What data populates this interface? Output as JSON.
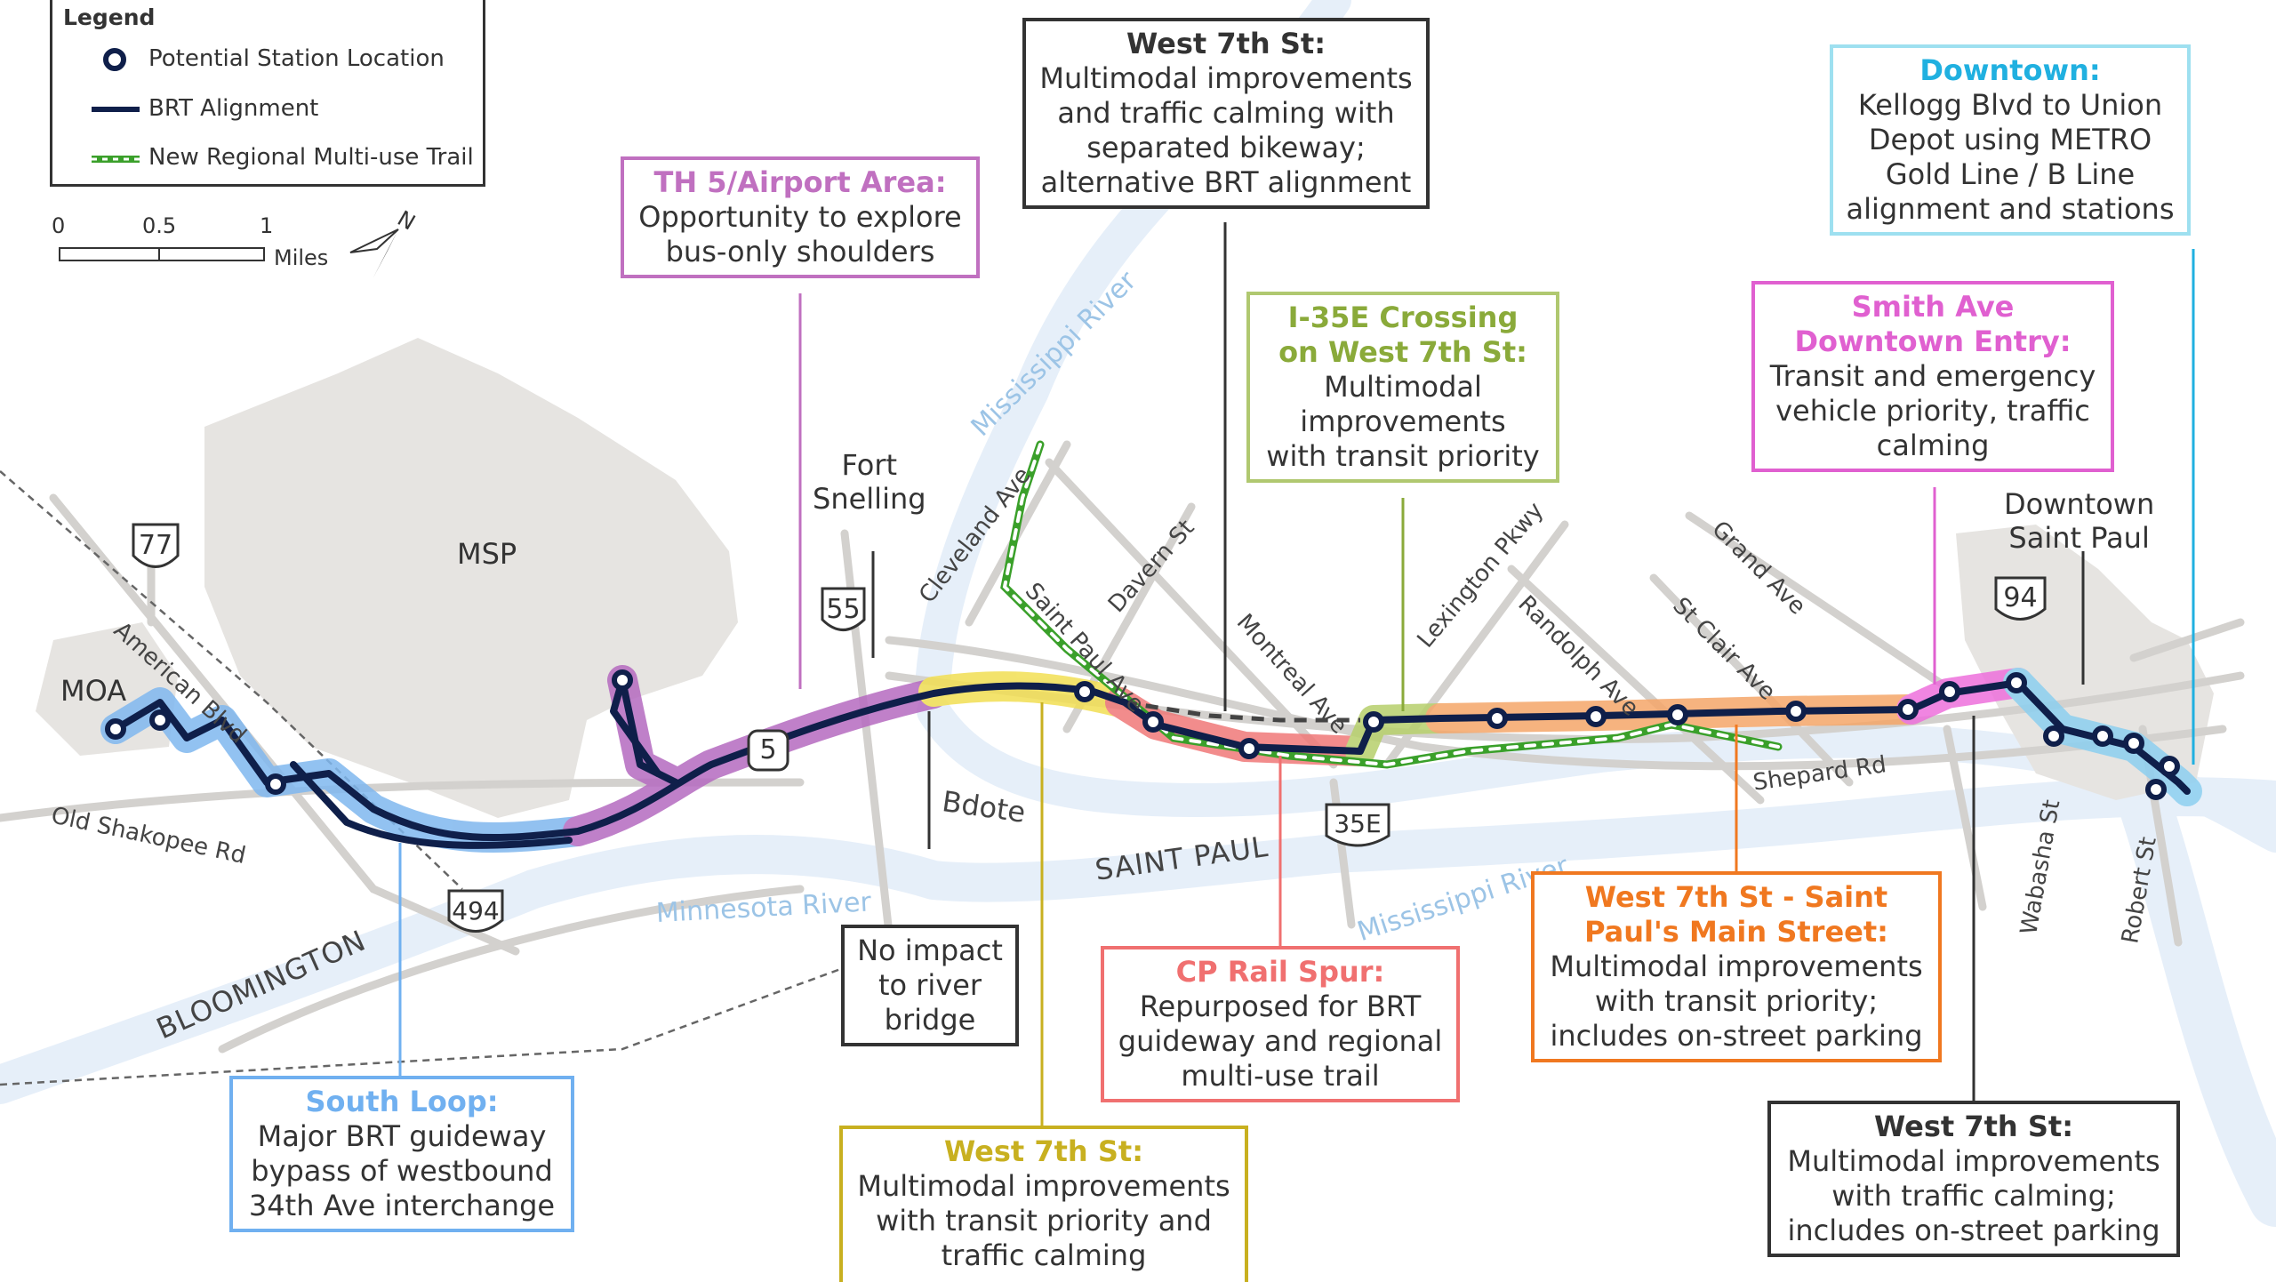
{
  "legend": {
    "title": "Legend",
    "items": [
      {
        "label": "Potential Station Location",
        "icon": "station-circle-icon"
      },
      {
        "label": "BRT Alignment",
        "icon": "line-icon"
      },
      {
        "label": "New Regional Multi-use Trail",
        "icon": "dashed-line-icon"
      }
    ]
  },
  "scale": {
    "ticks": [
      "0",
      "0.5",
      "1"
    ],
    "unit": "Miles",
    "north": "N"
  },
  "places": {
    "moa": "MOA",
    "msp": "MSP",
    "fort_snelling": "Fort\nSnelling",
    "bdote": "Bdote",
    "downtown_saint_paul": "Downtown\nSaint Paul",
    "saint_paul": "SAINT PAUL",
    "bloomington": "BLOOMINGTON"
  },
  "streets": {
    "american_blvd": "American Blvd",
    "old_shakopee": "Old Shakopee Rd",
    "cleveland": "Cleveland Ave",
    "saint_paul_ave": "Saint Paul Ave",
    "davern": "Davern St",
    "montreal": "Montreal Ave",
    "lexington": "Lexington Pkwy",
    "randolph": "Randolph Ave",
    "st_clair": "St Clair Ave",
    "grand": "Grand Ave",
    "shepard": "Shepard Rd",
    "wabasha": "Wabasha St",
    "robert": "Robert St"
  },
  "water": {
    "mississippi_north": "Mississippi River",
    "mississippi_south": "Mississippi River",
    "minnesota": "Minnesota River"
  },
  "shields": {
    "h77": "77",
    "h55": "55",
    "h5": "5",
    "h494": "494",
    "h35e": "35E",
    "h94": "94"
  },
  "callouts": {
    "th5": {
      "title": "TH 5/Airport Area:",
      "body": "Opportunity to explore\nbus-only shoulders",
      "color": "#c070c0"
    },
    "w7_top": {
      "title": "West 7th St:",
      "body": "Multimodal improvements\nand traffic calming with\nseparated bikeway;\nalternative BRT alignment",
      "color": "#333333"
    },
    "i35e": {
      "title": "I-35E Crossing\non West 7th St:",
      "body": "Multimodal\nimprovements\nwith transit priority",
      "color": "#8aaa3a"
    },
    "smith": {
      "title": "Smith Ave\nDowntown Entry:",
      "body": "Transit and emergency\nvehicle priority, traffic\ncalming",
      "color": "#e060d0"
    },
    "downtown": {
      "title": "Downtown:",
      "body": "Kellogg Blvd to Union\nDepot using METRO\nGold Line / B Line\nalignment and stations",
      "color": "#20b0e0"
    },
    "no_impact": {
      "title": "",
      "body": "No impact\nto river\nbridge",
      "color": "#333333"
    },
    "cp_rail": {
      "title": "CP Rail Spur:",
      "body": "Repurposed for BRT\nguideway and regional\nmulti-use trail",
      "color": "#f07070"
    },
    "main_street": {
      "title": "West 7th St - Saint\nPaul's Main Street:",
      "body": "Multimodal improvements\nwith transit priority;\nincludes on-street parking",
      "color": "#f07820"
    },
    "south_loop": {
      "title": "South Loop:",
      "body": "Major BRT guideway\nbypass of westbound\n34th Ave interchange",
      "color": "#70b0f0"
    },
    "w7_yellow": {
      "title": "West 7th St:",
      "body": "Multimodal improvements\nwith transit priority and\ntraffic calming",
      "color": "#c8b020"
    },
    "w7_bottom": {
      "title": "West 7th St:",
      "body": "Multimodal improvements\nwith traffic calming;\nincludes on-street parking",
      "color": "#333333"
    }
  },
  "colors": {
    "brt": "#0f1f4a",
    "trail": "#3aa02a",
    "water": "#e6eff9",
    "land": "#e6e4e1",
    "road": "#d0cecb"
  }
}
